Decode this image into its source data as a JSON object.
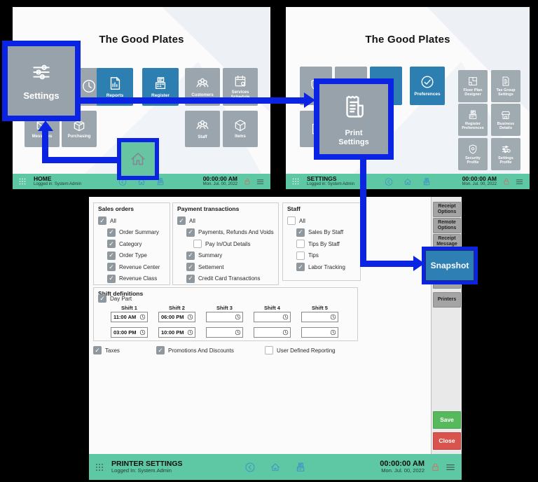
{
  "colors": {
    "arrow_blue": "#0b24e4",
    "tile_blue": "#2d7fb2",
    "tile_gray": "#9aa5ad",
    "bar_green": "#5ec7a3",
    "save_green": "#56b95c",
    "close_red": "#d9534f",
    "snapshot_blue": "#2e80b4"
  },
  "home": {
    "title": "The Good Plates",
    "row1": [
      {
        "label": "",
        "variant": "gray"
      },
      {
        "label": "Reports",
        "variant": "blue"
      },
      {
        "label": "Register",
        "variant": "blue"
      },
      {
        "label": "Customers",
        "variant": "gray"
      },
      {
        "label": "Services Schedule",
        "variant": "gray"
      }
    ],
    "row2": [
      {
        "label": "Messages",
        "variant": "gray"
      },
      {
        "label": "Purchasing",
        "variant": "gray"
      },
      {
        "label": "Staff",
        "variant": "gray"
      },
      {
        "label": "Items",
        "variant": "gray"
      }
    ],
    "bar": {
      "title": "HOME",
      "logged": "Logged in: System Admin",
      "time": "00:00:00 AM",
      "date": "Mon. Jul. 00, 2022"
    }
  },
  "settings": {
    "title": "The Good Plates",
    "row1": [
      {
        "label": "",
        "variant": "gray"
      },
      {
        "label": "",
        "variant": "gray"
      },
      {
        "label": "",
        "variant": "blue"
      },
      {
        "label": "Preferences",
        "variant": "blue"
      }
    ],
    "grid": [
      {
        "label": "Floor Plan Designer"
      },
      {
        "label": "Tax Group Settings"
      },
      {
        "label": "Register Preferences"
      },
      {
        "label": "Business Details"
      },
      {
        "label": "Security Profile"
      },
      {
        "label": "Settings Profile"
      }
    ],
    "bar": {
      "title": "SETTINGS",
      "logged": "Logged in: System Admin",
      "time": "00:00:00 AM",
      "date": "Mon. Jul. 00, 2022"
    }
  },
  "callouts": {
    "settings": "Settings",
    "print": "Print Settings",
    "snapshot": "Snapshot"
  },
  "printer": {
    "groups": [
      {
        "title": "Sales orders",
        "items": [
          {
            "label": "All",
            "checked": true,
            "level": 0
          },
          {
            "label": "Order Summary",
            "checked": true,
            "level": 1
          },
          {
            "label": "Category",
            "checked": true,
            "level": 1
          },
          {
            "label": "Order Type",
            "checked": true,
            "level": 1
          },
          {
            "label": "Revenue Center",
            "checked": true,
            "level": 1
          },
          {
            "label": "Revenue Class",
            "checked": true,
            "level": 1
          }
        ]
      },
      {
        "title": "Payment transactions",
        "items": [
          {
            "label": "All",
            "checked": true,
            "level": 0
          },
          {
            "label": "Payments, Refunds And Voids",
            "checked": true,
            "level": 1
          },
          {
            "label": "Pay In/Out Details",
            "checked": false,
            "level": 2
          },
          {
            "label": "Summary",
            "checked": true,
            "level": 1
          },
          {
            "label": "Settement",
            "checked": true,
            "level": 1
          },
          {
            "label": "Credit Card Transactions",
            "checked": true,
            "level": 1
          }
        ]
      },
      {
        "title": "Staff",
        "items": [
          {
            "label": "All",
            "checked": false,
            "level": 0
          },
          {
            "label": "Sales By Staff",
            "checked": true,
            "level": 1
          },
          {
            "label": "Tips By Staff",
            "checked": false,
            "level": 1
          },
          {
            "label": "Tips",
            "checked": false,
            "level": 1
          },
          {
            "label": "Labor Tracking",
            "checked": true,
            "level": 1
          }
        ]
      }
    ],
    "shift": {
      "title": "Shift definitions",
      "day_part": {
        "label": "Day Part",
        "checked": true
      },
      "columns": [
        {
          "name": "Shift 1",
          "start": "11:00 AM",
          "end": "03:00 PM"
        },
        {
          "name": "Shift 2",
          "start": "06:00 PM",
          "end": "10:00 PM"
        },
        {
          "name": "Shift 3",
          "start": "",
          "end": ""
        },
        {
          "name": "Shift 4",
          "start": "",
          "end": ""
        },
        {
          "name": "Shift 5",
          "start": "",
          "end": ""
        }
      ]
    },
    "extras": [
      {
        "label": "Taxes",
        "checked": true
      },
      {
        "label": "Promotions And Discounts",
        "checked": true
      },
      {
        "label": "User Defined Reporting",
        "checked": false
      }
    ],
    "sidebar": {
      "buttons": [
        "Receipt Options",
        "Remote Options",
        "Receipt Message",
        "Snapshot",
        "Printers"
      ],
      "save": "Save",
      "close": "Close"
    },
    "bar": {
      "title": "PRINTER SETTINGS",
      "logged": "Logged In: System.Admin",
      "time": "00:00:00 AM",
      "date": "Mon. Jul. 00, 2022"
    }
  }
}
